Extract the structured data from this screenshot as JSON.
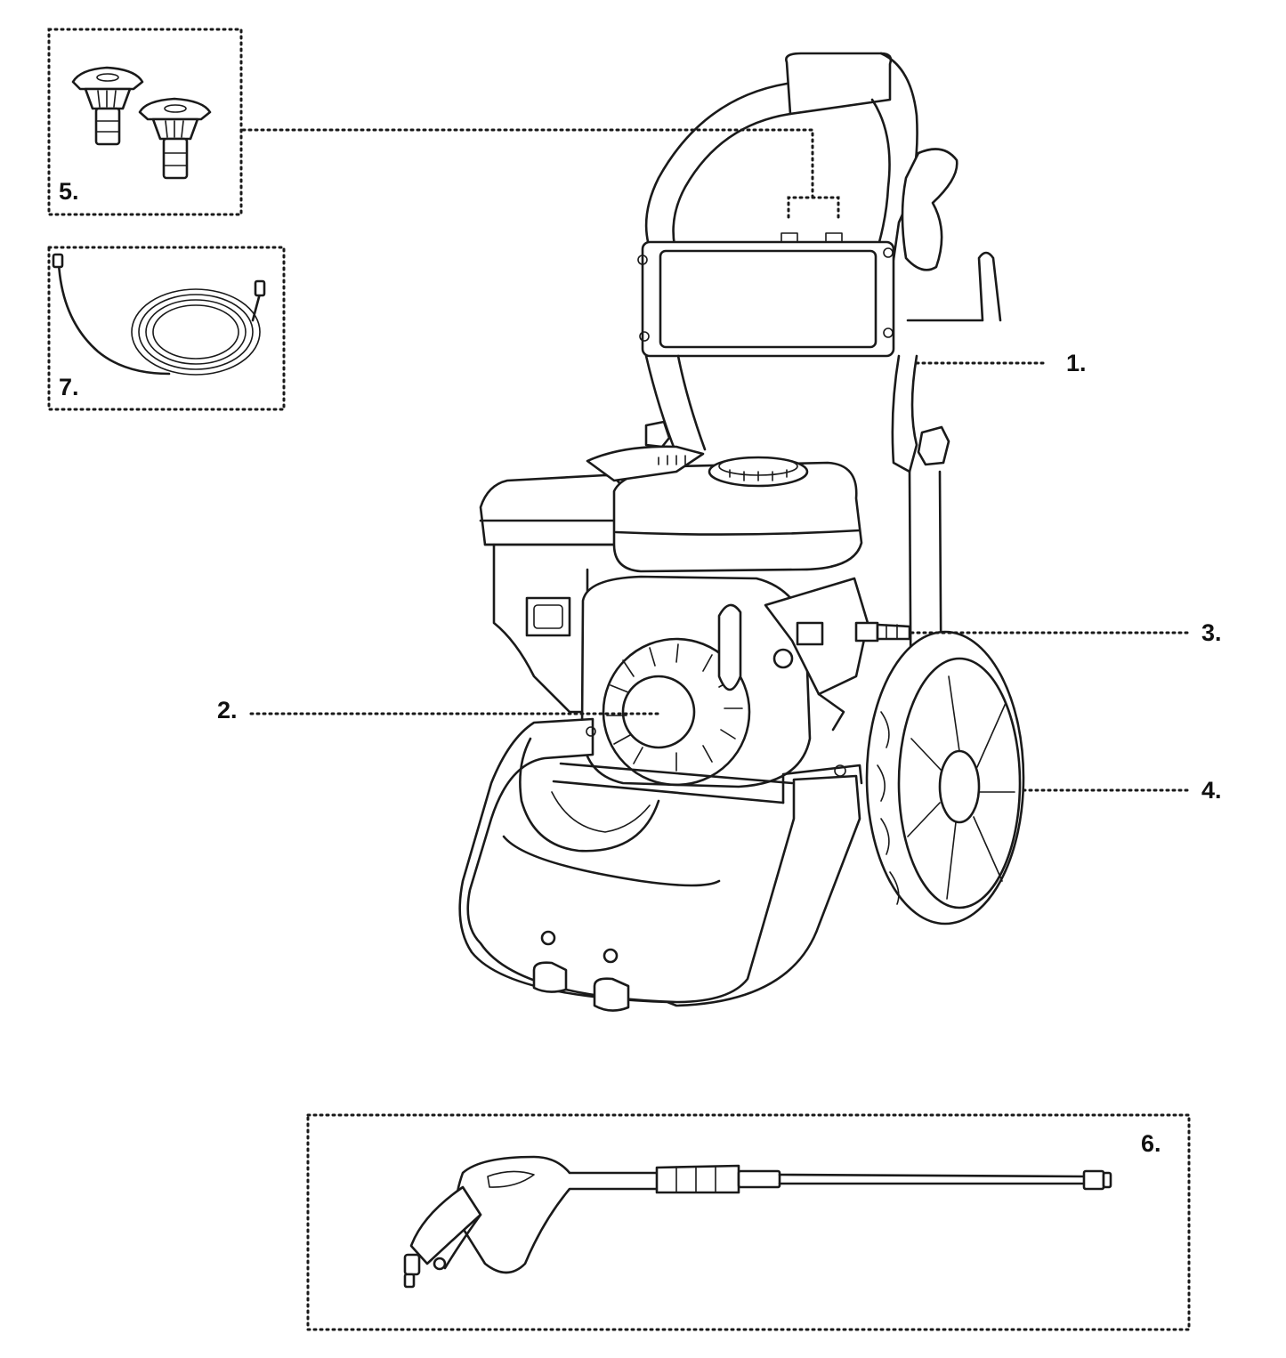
{
  "callouts": [
    {
      "id": "frame",
      "number": "1.",
      "part": "frame-handle"
    },
    {
      "id": "engine",
      "number": "2.",
      "part": "engine"
    },
    {
      "id": "pump-outlet",
      "number": "3.",
      "part": "pump-outlet"
    },
    {
      "id": "wheel",
      "number": "4.",
      "part": "wheel"
    },
    {
      "id": "nozzles",
      "number": "5.",
      "part": "spray-nozzles"
    },
    {
      "id": "spray-gun",
      "number": "6.",
      "part": "spray-gun-and-wand"
    },
    {
      "id": "hose",
      "number": "7.",
      "part": "high-pressure-hose"
    }
  ],
  "colors": {
    "line": "#1a1a1a",
    "background": "#ffffff"
  }
}
